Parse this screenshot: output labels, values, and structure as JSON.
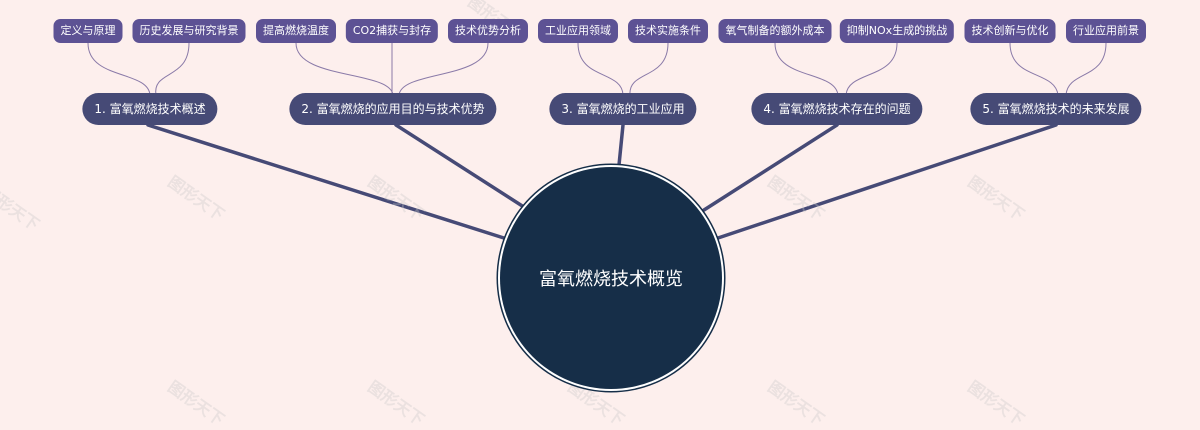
{
  "colors": {
    "background": "#fdefed",
    "root_fill": "#162e48",
    "level1_fill": "#464a76",
    "level2_fill": "#5d5294",
    "trunk_line": "#464a76",
    "branch_line": "#8a7aa8"
  },
  "root": {
    "label": "富氧燃烧技术概览"
  },
  "branches": [
    {
      "label": "1. 富氧燃烧技术概述",
      "children": [
        "定义与原理",
        "历史发展与研究背景"
      ]
    },
    {
      "label": "2. 富氧燃烧的应用目的与技术优势",
      "children": [
        "提高燃烧温度",
        "CO2捕获与封存",
        "技术优势分析"
      ]
    },
    {
      "label": "3. 富氧燃烧的工业应用",
      "children": [
        "工业应用领域",
        "技术实施条件"
      ]
    },
    {
      "label": "4. 富氧燃烧技术存在的问题",
      "children": [
        "氧气制备的额外成本",
        "抑制NOx生成的挑战"
      ]
    },
    {
      "label": "5. 富氧燃烧技术的未来发展",
      "children": [
        "技术创新与优化",
        "行业应用前景"
      ]
    }
  ],
  "watermark": "图形天下"
}
